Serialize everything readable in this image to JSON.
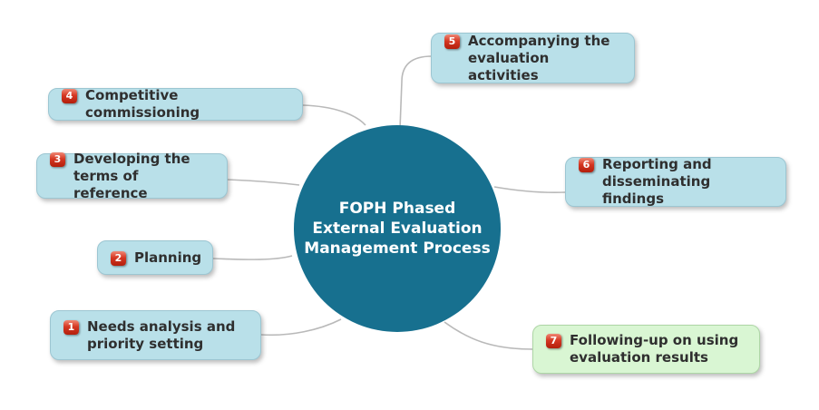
{
  "diagram": {
    "center": {
      "line1": "FOPH Phased",
      "line2": "External Evaluation",
      "line3": "Management Process"
    },
    "nodes": [
      {
        "number": "1",
        "line1": "Needs analysis and",
        "line2": "priority setting",
        "variant": "blue"
      },
      {
        "number": "2",
        "line1": "Planning",
        "line2": "",
        "variant": "blue"
      },
      {
        "number": "3",
        "line1": "Developing the",
        "line2": "terms of reference",
        "variant": "blue"
      },
      {
        "number": "4",
        "line1": "Competitive commissioning",
        "line2": "",
        "variant": "blue"
      },
      {
        "number": "5",
        "line1": "Accompanying the",
        "line2": "evaluation activities",
        "variant": "blue"
      },
      {
        "number": "6",
        "line1": "Reporting and",
        "line2": "disseminating findings",
        "variant": "blue"
      },
      {
        "number": "7",
        "line1": "Following-up on using",
        "line2": "evaluation results",
        "variant": "green"
      }
    ],
    "colors": {
      "center_fill": "#17708f",
      "center_text": "#ffffff",
      "node_blue": "#b9e0e9",
      "node_green": "#d9f6d3",
      "badge_red": "#cc2814",
      "connector_gray": "#b9b9b9",
      "node_text": "#2f2f2f"
    }
  }
}
